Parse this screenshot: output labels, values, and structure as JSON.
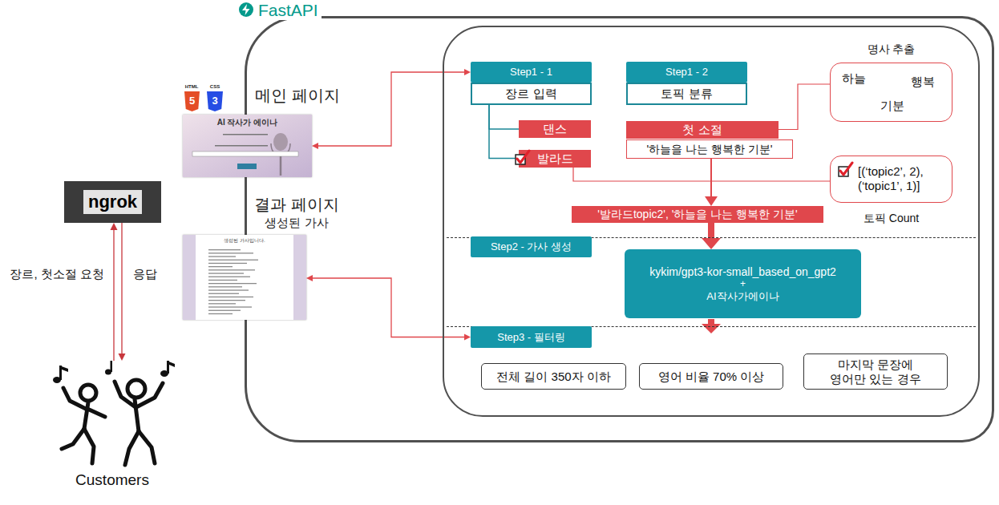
{
  "diagram": {
    "nodes": [
      {
        "text": [
          "ngrok"
        ]
      },
      {
        "text": [
          "Customers"
        ]
      },
      {
        "text": [
          "메인 페이지",
          "AI 작사가 에이나"
        ]
      },
      {
        "text": [
          "결과 페이지",
          "생성된 가사",
          "생성된 가사입니다."
        ]
      },
      {
        "text": [
          "FastAPI"
        ]
      },
      {
        "text": [
          "Step1 - 1"
        ],
        "in": 4
      },
      {
        "text": [
          "장르 입력"
        ],
        "in": 4
      },
      {
        "text": [
          "Step1 - 2"
        ],
        "in": 4
      },
      {
        "text": [
          "토픽 분류"
        ],
        "in": 4
      },
      {
        "text": [
          "명사 추출",
          "하늘",
          "행복",
          "기분"
        ],
        "in": 4
      },
      {
        "text": [
          "댄스"
        ],
        "in": 4
      },
      {
        "text": [
          "발라드"
        ],
        "in": 4
      },
      {
        "text": [
          "첫 소절"
        ],
        "in": 4
      },
      {
        "text": [
          "'하늘을 나는 행복한 기분'"
        ],
        "in": 4
      },
      {
        "text": [
          "[(‘topic2’, 2), (‘topic1’, 1)]",
          "토픽 Count"
        ],
        "in": 4
      },
      {
        "text": [
          "'발라드topic2', '하늘을 나는 행복한 기분'"
        ],
        "in": 4
      },
      {
        "text": [
          "Step2 - 가사 생성"
        ],
        "in": 4
      },
      {
        "text": [
          "kykim/gpt3-kor-small_based_on_gpt2",
          "+",
          "AI작사가에이나"
        ],
        "in": 4
      },
      {
        "text": [
          "Step3 - 필터링"
        ],
        "in": 4
      },
      {
        "text": [
          "전체 길이 350자 이하"
        ],
        "in": 4
      },
      {
        "text": [
          "영어 비율 70% 이상"
        ],
        "in": 4
      },
      {
        "text": [
          "마지막 문장에 영어만 있는 경우"
        ],
        "in": 4
      }
    ],
    "edges": [
      {
        "from": 1,
        "to": 0,
        "arrow": "to",
        "label": "장르, 첫소절 요청"
      },
      {
        "from": 0,
        "to": 1,
        "arrow": "to",
        "label": "응답"
      },
      {
        "from": 2,
        "to": 5,
        "arrow": "both"
      },
      {
        "from": 3,
        "to": 18,
        "arrow": "both"
      },
      {
        "from": 6,
        "to": 10,
        "arrow": "none"
      },
      {
        "from": 6,
        "to": 11,
        "arrow": "none"
      },
      {
        "from": 12,
        "to": 9,
        "arrow": "none"
      },
      {
        "from": 11,
        "to": 14,
        "arrow": "none"
      },
      {
        "from": 13,
        "to": 15,
        "arrow": "to"
      },
      {
        "from": 15,
        "to": 17,
        "arrow": "to"
      }
    ],
    "labels": [
      "HTML",
      "5",
      "CSS",
      "3"
    ]
  }
}
